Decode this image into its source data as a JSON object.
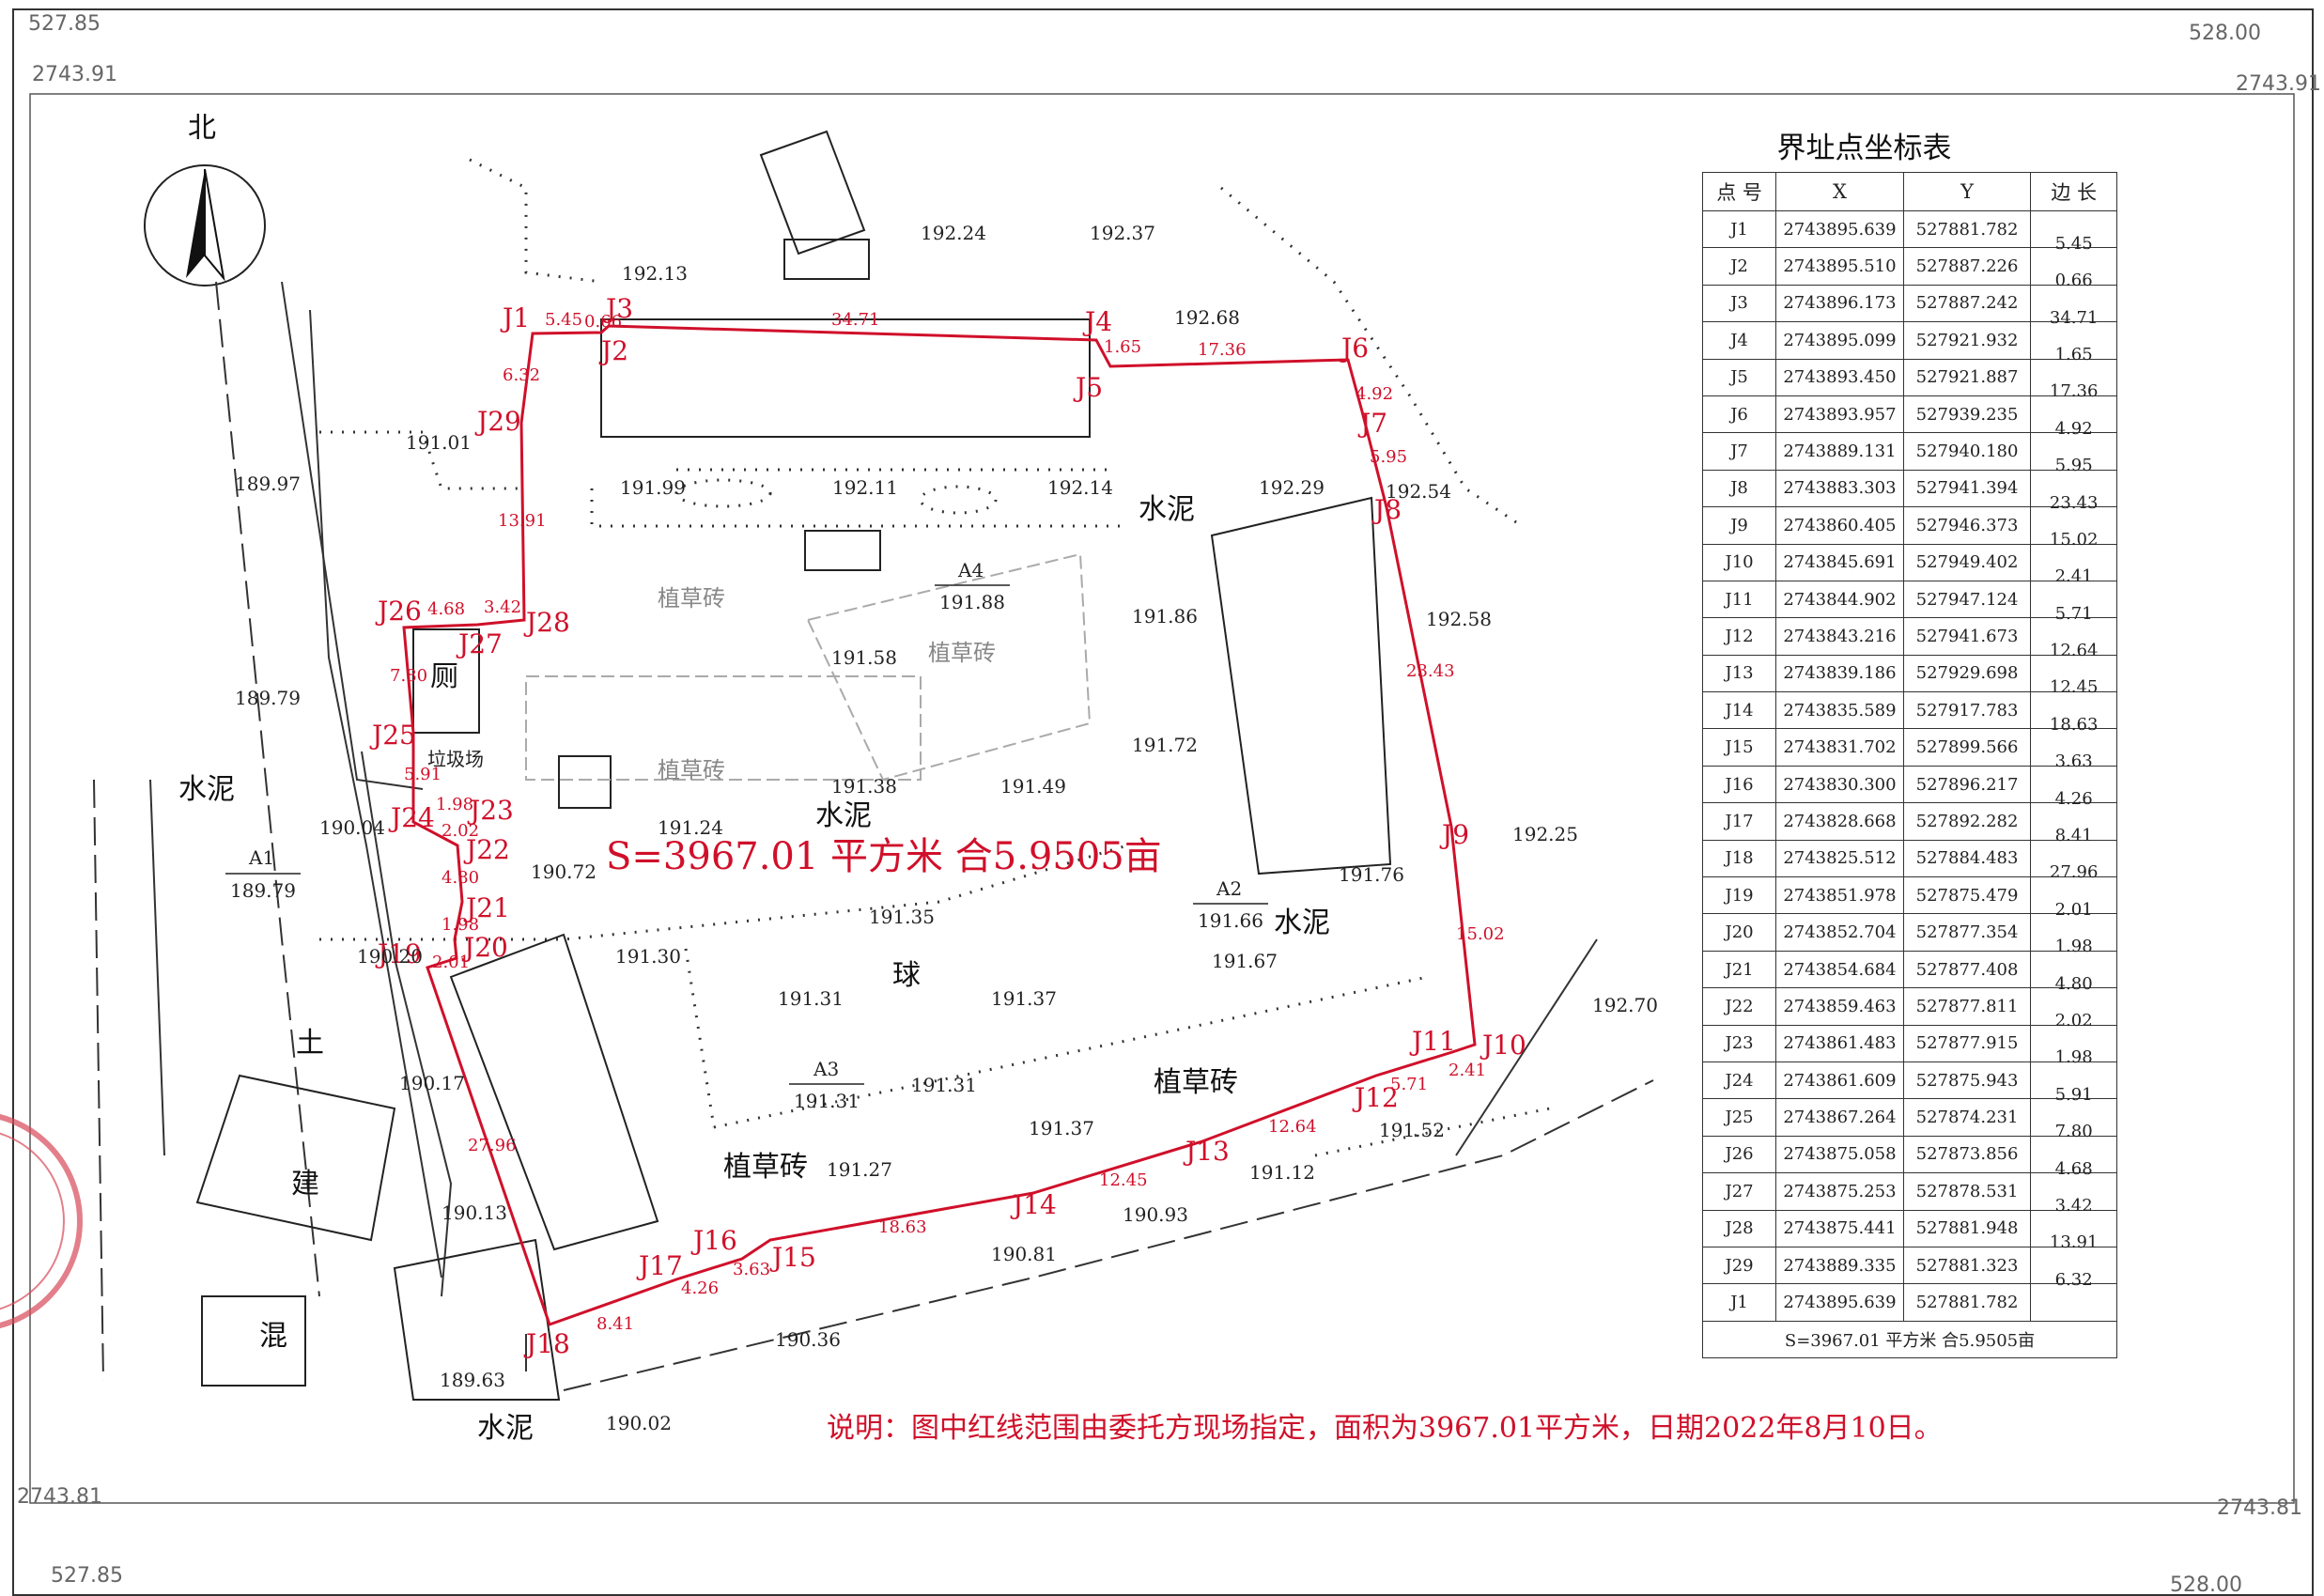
{
  "frame": {
    "top_left_y": "527.85",
    "top_right_y": "528.00",
    "left_top_x": "2743.91",
    "right_top_x": "2743.91",
    "left_bottom_x": "2743.81",
    "right_bottom_x": "2743.81",
    "bottom_left_y": "527.85",
    "bottom_right_y": "528.00"
  },
  "north_label": "北",
  "table": {
    "title": "界址点坐标表",
    "headers": [
      "点 号",
      "X",
      "Y",
      "边 长"
    ],
    "rows": [
      {
        "id": "J1",
        "x": "2743895.639",
        "y": "527881.782"
      },
      {
        "id": "J2",
        "x": "2743895.510",
        "y": "527887.226"
      },
      {
        "id": "J3",
        "x": "2743896.173",
        "y": "527887.242"
      },
      {
        "id": "J4",
        "x": "2743895.099",
        "y": "527921.932"
      },
      {
        "id": "J5",
        "x": "2743893.450",
        "y": "527921.887"
      },
      {
        "id": "J6",
        "x": "2743893.957",
        "y": "527939.235"
      },
      {
        "id": "J7",
        "x": "2743889.131",
        "y": "527940.180"
      },
      {
        "id": "J8",
        "x": "2743883.303",
        "y": "527941.394"
      },
      {
        "id": "J9",
        "x": "2743860.405",
        "y": "527946.373"
      },
      {
        "id": "J10",
        "x": "2743845.691",
        "y": "527949.402"
      },
      {
        "id": "J11",
        "x": "2743844.902",
        "y": "527947.124"
      },
      {
        "id": "J12",
        "x": "2743843.216",
        "y": "527941.673"
      },
      {
        "id": "J13",
        "x": "2743839.186",
        "y": "527929.698"
      },
      {
        "id": "J14",
        "x": "2743835.589",
        "y": "527917.783"
      },
      {
        "id": "J15",
        "x": "2743831.702",
        "y": "527899.566"
      },
      {
        "id": "J16",
        "x": "2743830.300",
        "y": "527896.217"
      },
      {
        "id": "J17",
        "x": "2743828.668",
        "y": "527892.282"
      },
      {
        "id": "J18",
        "x": "2743825.512",
        "y": "527884.483"
      },
      {
        "id": "J19",
        "x": "2743851.978",
        "y": "527875.479"
      },
      {
        "id": "J20",
        "x": "2743852.704",
        "y": "527877.354"
      },
      {
        "id": "J21",
        "x": "2743854.684",
        "y": "527877.408"
      },
      {
        "id": "J22",
        "x": "2743859.463",
        "y": "527877.811"
      },
      {
        "id": "J23",
        "x": "2743861.483",
        "y": "527877.915"
      },
      {
        "id": "J24",
        "x": "2743861.609",
        "y": "527875.943"
      },
      {
        "id": "J25",
        "x": "2743867.264",
        "y": "527874.231"
      },
      {
        "id": "J26",
        "x": "2743875.058",
        "y": "527873.856"
      },
      {
        "id": "J27",
        "x": "2743875.253",
        "y": "527878.531"
      },
      {
        "id": "J28",
        "x": "2743875.441",
        "y": "527881.948"
      },
      {
        "id": "J29",
        "x": "2743889.335",
        "y": "527881.323"
      },
      {
        "id": "J1",
        "x": "2743895.639",
        "y": "527881.782"
      }
    ],
    "edges": [
      "5.45",
      "0.66",
      "34.71",
      "1.65",
      "17.36",
      "4.92",
      "5.95",
      "23.43",
      "15.02",
      "2.41",
      "5.71",
      "12.64",
      "12.45",
      "18.63",
      "3.63",
      "4.26",
      "8.41",
      "27.96",
      "2.01",
      "1.98",
      "4.80",
      "2.02",
      "1.98",
      "5.91",
      "7.80",
      "4.68",
      "3.42",
      "13.91",
      "6.32"
    ],
    "footer": "S=3967.01 平方米 合5.9505亩"
  },
  "area_text": "S=3967.01 平方米 合5.9505亩",
  "note": "说明：图中红线范围由委托方现场指定，面积为3967.01平方米，日期2022年8月10日。",
  "parcels": [
    {
      "id": "A1",
      "elev": "189.79"
    },
    {
      "id": "A2",
      "elev": "191.66"
    },
    {
      "id": "A3",
      "elev": "191.31"
    },
    {
      "id": "A4",
      "elev": "191.88"
    }
  ],
  "place_labels": [
    "水泥",
    "水泥",
    "水泥",
    "水泥",
    "水泥",
    "土",
    "建",
    "混",
    "球",
    "植草砖",
    "植草砖",
    "植草砖",
    "植草砖",
    "植草砖",
    "厕",
    "垃圾场"
  ],
  "elevations": [
    "192.24",
    "192.37",
    "192.13",
    "192.68",
    "191.01",
    "189.97",
    "191.99",
    "192.11",
    "192.14",
    "192.29",
    "192.54",
    "191.86",
    "192.58",
    "191.58",
    "189.79",
    "191.72",
    "191.38",
    "191.49",
    "190.04",
    "191.24",
    "192.25",
    "190.72",
    "191.76",
    "191.35",
    "191.30",
    "191.67",
    "192.70",
    "191.31",
    "191.37",
    "190.17",
    "191.31",
    "191.37",
    "191.52",
    "191.27",
    "191.12",
    "190.93",
    "190.13",
    "190.81",
    "190.36",
    "189.63",
    "190.02",
    "190.20"
  ],
  "points": [
    "J1",
    "J2",
    "J3",
    "J4",
    "J5",
    "J6",
    "J7",
    "J8",
    "J9",
    "J10",
    "J11",
    "J12",
    "J13",
    "J14",
    "J15",
    "J16",
    "J17",
    "J18",
    "J19",
    "J20",
    "J21",
    "J22",
    "J23",
    "J24",
    "J25",
    "J26",
    "J27",
    "J28",
    "J29"
  ],
  "edge_labels": [
    "5.45",
    "0.66",
    "34.71",
    "1.65",
    "17.36",
    "4.92",
    "5.95",
    "23.43",
    "15.02",
    "2.41",
    "5.71",
    "12.64",
    "12.45",
    "18.63",
    "3.63",
    "4.26",
    "8.41",
    "27.96",
    "2.01",
    "1.98",
    "4.80",
    "2.02",
    "1.98",
    "5.91",
    "7.80",
    "4.68",
    "3.42",
    "13.91",
    "6.32"
  ],
  "colors": {
    "boundary": "#d0102a",
    "ink": "#222222",
    "frame": "#333333"
  }
}
